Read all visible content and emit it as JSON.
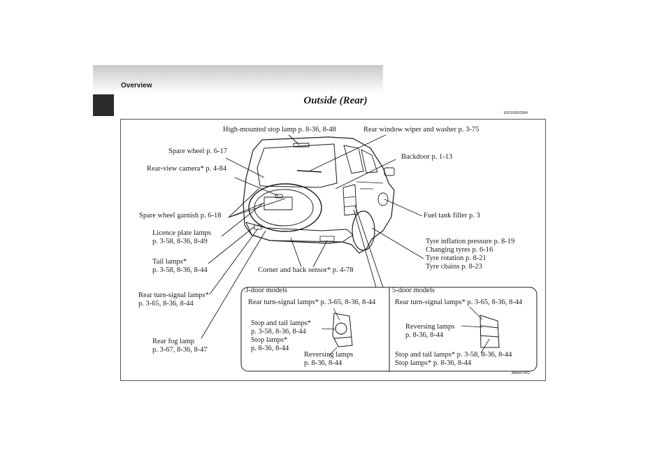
{
  "header": {
    "section": "Overview",
    "title": "Outside (Rear)",
    "doc_code": "E00100502564"
  },
  "figure": {
    "code": "AA5007422",
    "callouts": {
      "high_mounted_stop_lamp": "High-mounted stop lamp p. 8-36, 8-48",
      "rear_window_wiper": "Rear window wiper and washer p. 3-75",
      "spare_wheel": "Spare wheel p. 6-17",
      "backdoor": "Backdoor p. 1-13",
      "rear_view_camera": "Rear-view camera* p. 4-84",
      "spare_wheel_garnish": "Spare wheel garnish p. 6-18",
      "fuel_tank_filler": "Fuel tank filler p. 3",
      "licence_plate_lamps": [
        "Licence plate lamps",
        "p. 3-58, 8-36, 8-49"
      ],
      "tyre_info": [
        "Tyre inflation pressure p. 8-19",
        "Changing tyres p. 6-16",
        "Tyre rotation p. 8-21",
        "Tyre chains p. 8-23"
      ],
      "tail_lamps": [
        "Tail lamps*",
        "p. 3-58, 8-36, 8-44"
      ],
      "corner_back_sensor": "Corner and back sensor* p. 4-78",
      "rear_turn_signal_lamps": [
        "Rear turn-signal lamps*",
        "p. 3-65, 8-36, 8-44"
      ],
      "rear_fog_lamp": [
        "Rear fog lamp",
        "p. 3-67, 8-36, 8-47"
      ]
    },
    "three_door": {
      "heading": "3-door models",
      "turn_signal": "Rear turn-signal lamps* p. 3-65, 8-36, 8-44",
      "stop_tail": [
        "Stop and tail lamps*",
        "p. 3-58, 8-36, 8-44",
        "Stop lamps*",
        "p. 8-36, 8-44"
      ],
      "reversing": [
        "Reversing lamps",
        "p. 8-36, 8-44"
      ]
    },
    "five_door": {
      "heading": "5-door models",
      "turn_signal": "Rear turn-signal lamps* p. 3-65, 8-36, 8-44",
      "reversing": [
        "Reversing lamps",
        "p. 8-36, 8-44"
      ],
      "stop_tail": [
        "Stop and tail lamps* p. 3-58, 8-36, 8-44",
        "Stop lamps* p. 8-36, 8-44"
      ]
    }
  }
}
